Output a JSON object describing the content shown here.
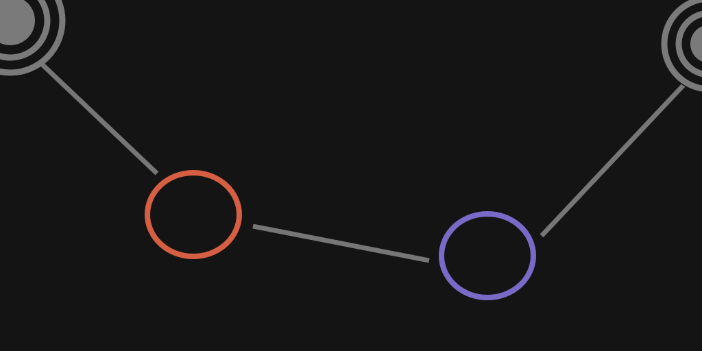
{
  "colors": {
    "background": "#141414",
    "edge": "#767676",
    "terminal_node": "#7a7a7a",
    "node_orange": "#d65f43",
    "node_purple": "#7a6ac8"
  },
  "nodes": [
    {
      "id": "terminal-node-left",
      "kind": "terminal",
      "icon": "concentric-circle-icon"
    },
    {
      "id": "node-orange",
      "kind": "ring"
    },
    {
      "id": "node-purple",
      "kind": "ring"
    },
    {
      "id": "terminal-node-right",
      "kind": "terminal",
      "icon": "concentric-circle-icon"
    }
  ],
  "edges": [
    {
      "from": "terminal-node-left",
      "to": "node-orange"
    },
    {
      "from": "node-orange",
      "to": "node-purple"
    },
    {
      "from": "node-purple",
      "to": "terminal-node-right"
    }
  ]
}
